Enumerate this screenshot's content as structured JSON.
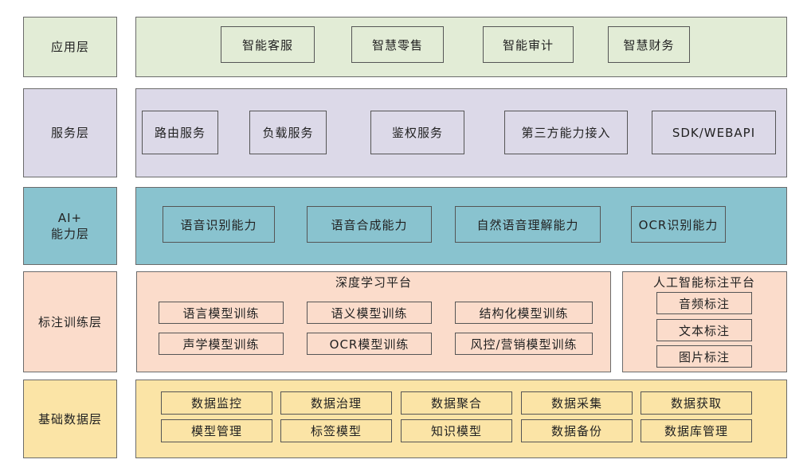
{
  "layers": {
    "app": {
      "label": "应用层",
      "items": [
        "智能客服",
        "智慧零售",
        "智能审计",
        "智慧财务"
      ]
    },
    "service": {
      "label": "服务层",
      "items": [
        "路由服务",
        "负载服务",
        "鉴权服务",
        "第三方能力接入",
        "SDK/WEBAPI"
      ]
    },
    "ai": {
      "label_line1": "AI+",
      "label_line2": "能力层",
      "items": [
        "语音识别能力",
        "语音合成能力",
        "自然语音理解能力",
        "OCR识别能力"
      ]
    },
    "training": {
      "label": "标注训练层",
      "deep_learning": {
        "title": "深度学习平台",
        "items": [
          "语言模型训练",
          "语义模型训练",
          "结构化模型训练",
          "声学模型训练",
          "OCR模型训练",
          "风控/营销模型训练"
        ]
      },
      "annotation": {
        "title": "人工智能标注平台",
        "items": [
          "音频标注",
          "文本标注",
          "图片标注"
        ]
      }
    },
    "data": {
      "label": "基础数据层",
      "items": [
        "数据监控",
        "数据治理",
        "数据聚合",
        "数据采集",
        "数据获取",
        "模型管理",
        "标签模型",
        "知识模型",
        "数据备份",
        "数据库管理"
      ]
    }
  },
  "colors": {
    "app": "#e2ecd6",
    "service": "#dcd9e8",
    "ai": "#89c3cf",
    "training": "#fbdccb",
    "data": "#fbe4a6"
  }
}
